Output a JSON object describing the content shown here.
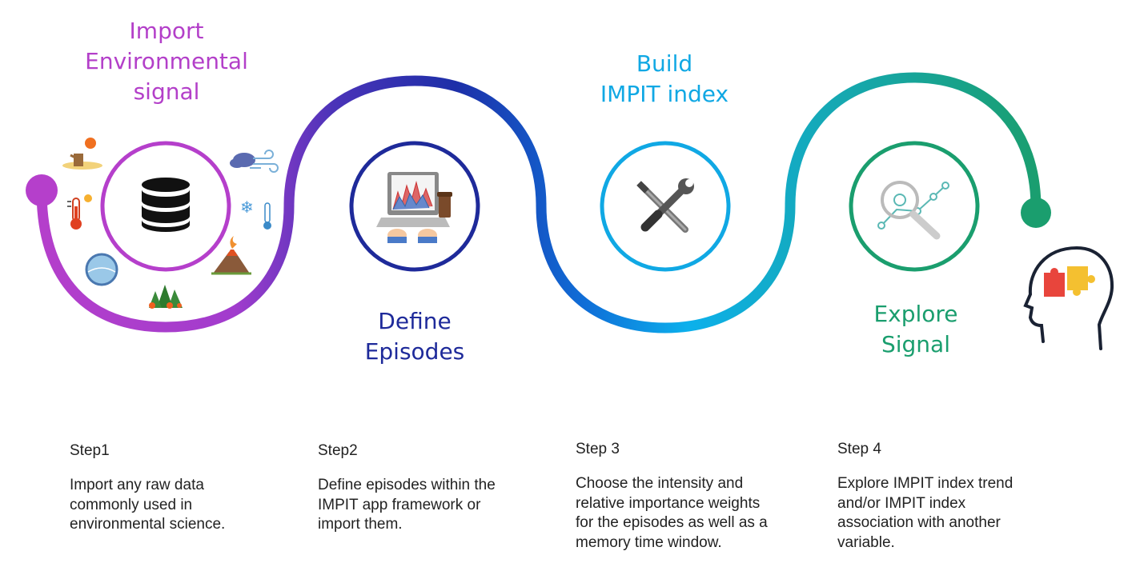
{
  "colors": {
    "step1": "#b33fc9",
    "step2": "#1e2a9a",
    "step3": "#10a8e4",
    "step4": "#1a9e6e"
  },
  "steps": [
    {
      "title": "Import\nEnvironmental\nsignal",
      "label": "Step1",
      "description": "Import any raw data commonly used in environmental science.",
      "icon": "database-icon"
    },
    {
      "title": "Define\nEpisodes",
      "label": "Step2",
      "description": "Define episodes within the IMPIT app framework or import them.",
      "icon": "laptop-chart-icon"
    },
    {
      "title": "Build\nIMPIT index",
      "label": "Step 3",
      "description": "Choose the intensity and relative importance weights for the episodes as well as a memory time window.",
      "icon": "tools-icon"
    },
    {
      "title": "Explore\nSignal",
      "label": "Step 4",
      "description": "Explore IMPIT index trend and/or IMPIT index association with another variable.",
      "icon": "magnifier-chart-icon"
    }
  ],
  "decorations": [
    "desert-sun-icon",
    "wind-cloud-icon",
    "thermometer-hot-icon",
    "snow-thermometer-icon",
    "globe-icon",
    "volcano-icon",
    "forest-fire-icon",
    "head-puzzle-icon"
  ]
}
